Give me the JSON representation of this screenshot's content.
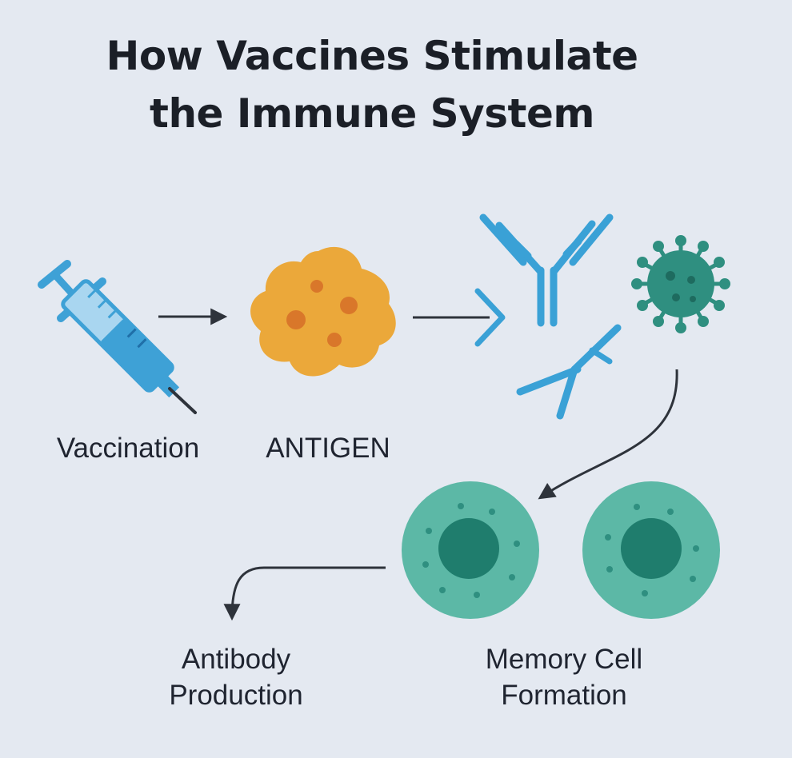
{
  "title": {
    "line1": "How Vaccines Stimulate",
    "line2": "the Immune System"
  },
  "labels": {
    "vaccination": "Vaccination",
    "antigen": "ANTIGEN",
    "antibody_line1": "Antibody",
    "antibody_line2": "Production",
    "memory_line1": "Memory Cell",
    "memory_line2": "Formation"
  },
  "icons": [
    "syringe-icon",
    "antigen-icon",
    "antibody-icon",
    "virus-icon",
    "memory-cell-icon"
  ],
  "colors": {
    "background": "#e4e9f1",
    "syringe_blue": "#3ea1d6",
    "syringe_light": "#a9d6f0",
    "antigen_orange": "#eba83a",
    "antigen_spot": "#d9772a",
    "antibody_blue": "#3aa1d6",
    "virus_teal": "#2f8f80",
    "cell_teal": "#5cb8a6",
    "cell_nucleus": "#1f7d6d",
    "arrow_dark": "#2e333b"
  }
}
